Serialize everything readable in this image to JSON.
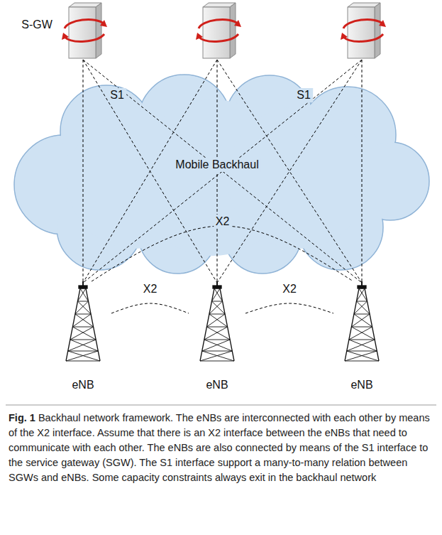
{
  "diagram": {
    "caption": "Fig. 1 Backhaul network framework. The eNBs are interconnected with each other by means of the X2 interface. Assume that there is an X2 interface between the eNBs that need to communicate with each other. The eNBs are also connected by means of the S1 interface to the service gateway (SGW). The S1 interface support a many-to-many relation between SGWs and eNBs. Some capacity constraints always exit in the backhaul network",
    "nodes": [
      {
        "text": [
          "eNB"
        ]
      },
      {
        "text": [
          "eNB"
        ]
      },
      {
        "text": [
          "eNB"
        ]
      }
    ],
    "edges": [
      {
        "from": 0,
        "to": 1,
        "label": "X2",
        "arrow": "none"
      },
      {
        "from": 1,
        "to": 2,
        "label": "X2",
        "arrow": "none"
      },
      {
        "from": 0,
        "to": 2,
        "label": "X2",
        "arrow": "none"
      }
    ],
    "labels": [
      "S-GW",
      "S1",
      "S1",
      "Mobile Backhaul"
    ]
  }
}
